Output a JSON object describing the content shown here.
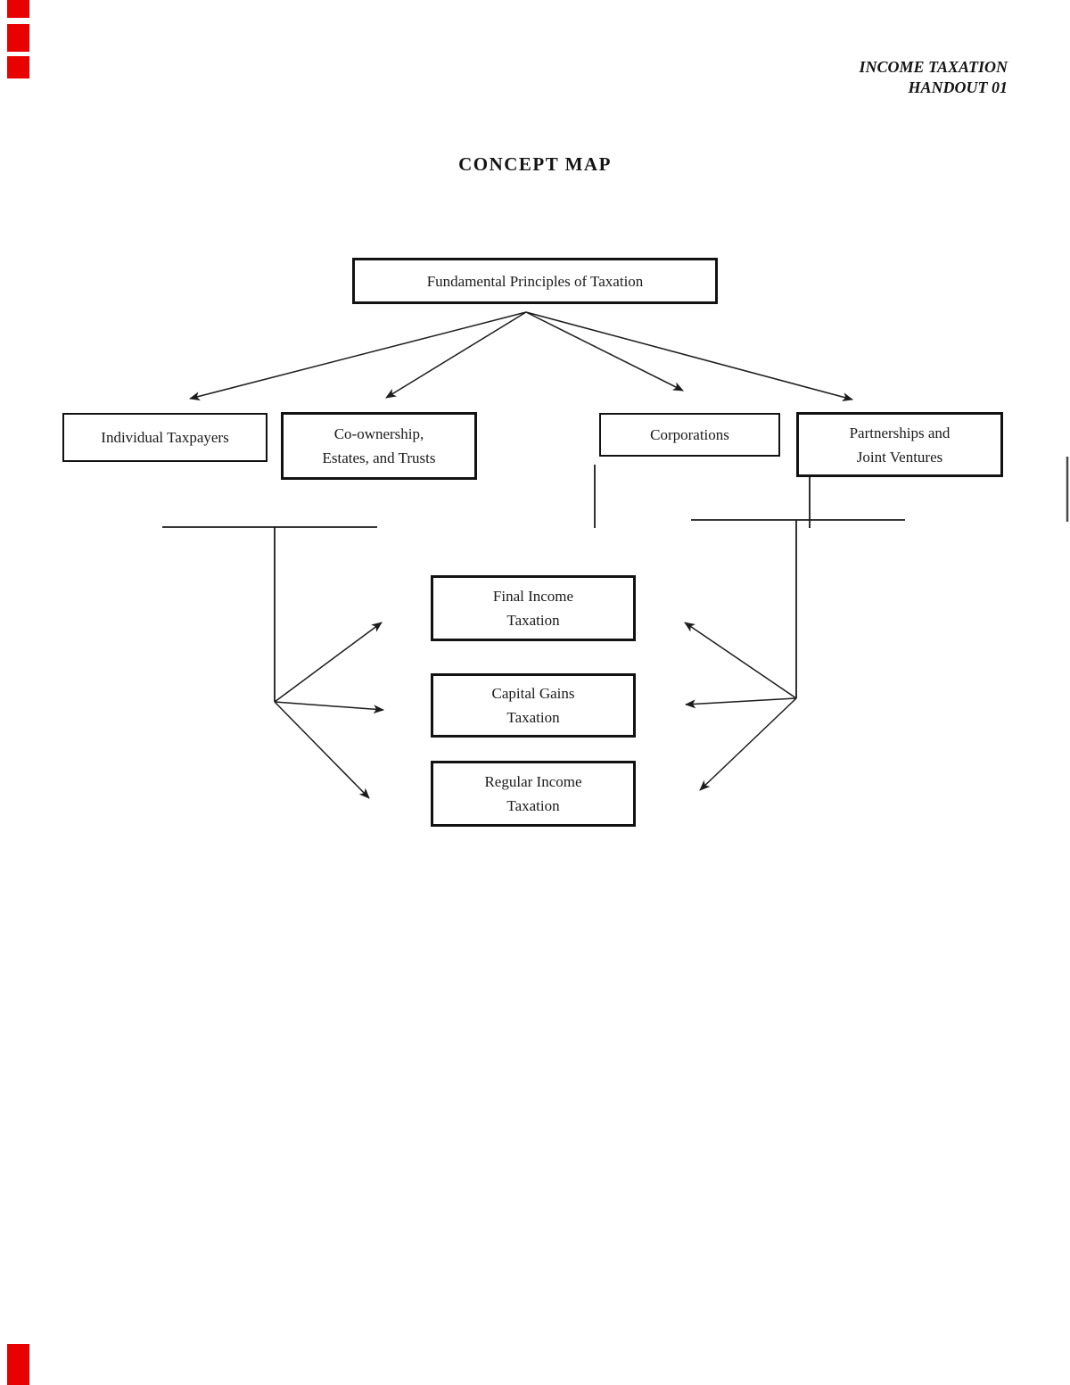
{
  "page": {
    "header": {
      "line1": "INCOME TAXATION",
      "line2": "HANDOUT 01"
    },
    "title": "CONCEPT MAP"
  },
  "nodes": {
    "fundamental": {
      "label": "Fundamental Principles of Taxation"
    },
    "individual": {
      "label": "Individual Taxpayers"
    },
    "coownership": {
      "line1": "Co-ownership,",
      "line2": "Estates, and Trusts"
    },
    "corporations": {
      "label": "Corporations"
    },
    "partnerships": {
      "line1": "Partnerships and",
      "line2": "Joint Ventures"
    },
    "final": {
      "line1": "Final Income",
      "line2": "Taxation"
    },
    "capital": {
      "line1": "Capital Gains",
      "line2": "Taxation"
    },
    "regular": {
      "line1": "Regular Income",
      "line2": "Taxation"
    }
  },
  "edges": [
    {
      "from": "fundamental",
      "to": "individual"
    },
    {
      "from": "fundamental",
      "to": "coownership"
    },
    {
      "from": "fundamental",
      "to": "corporations"
    },
    {
      "from": "fundamental",
      "to": "partnerships"
    },
    {
      "from": "individual-and-coownership-group",
      "to": "final"
    },
    {
      "from": "individual-and-coownership-group",
      "to": "capital"
    },
    {
      "from": "individual-and-coownership-group",
      "to": "regular"
    },
    {
      "from": "corporations-and-partnerships-group",
      "to": "final"
    },
    {
      "from": "corporations-and-partnerships-group",
      "to": "capital"
    },
    {
      "from": "corporations-and-partnerships-group",
      "to": "regular"
    }
  ],
  "colors": {
    "ink": "#1a1a1a",
    "line": "#1c1c1c",
    "edge_mark_red": "#e90000"
  }
}
